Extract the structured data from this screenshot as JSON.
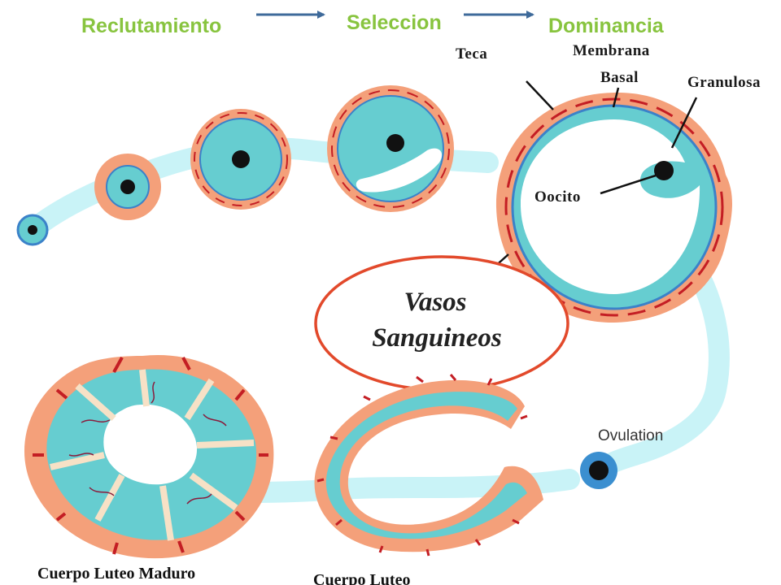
{
  "stages": {
    "recruitment": "Reclutamiento",
    "selection": "Seleccion",
    "dominance": "Dominancia"
  },
  "parts": {
    "theca": "Teca",
    "basement_membrane_line1": "Membrana",
    "basement_membrane_line2": "Basal",
    "granulosa": "Granulosa",
    "oocyte": "Oocito"
  },
  "callout": {
    "line1": "Vasos",
    "line2": "Sanguineos"
  },
  "ovulation": "Ovulation",
  "bottom": {
    "mature_corpus_luteum": "Cuerpo Luteo Maduro",
    "corpus_luteum": "Cuerpo Luteo"
  },
  "colors": {
    "stage_label": "#88c43f",
    "path": "#c9f3f7",
    "theca": "#f4a07a",
    "theca_dark": "#e8805a",
    "granulosa": "#66cdd0",
    "membrane": "#3b82c9",
    "vessel": "#c41e24",
    "callout": "#e2492b",
    "oocyte": "#111111"
  }
}
